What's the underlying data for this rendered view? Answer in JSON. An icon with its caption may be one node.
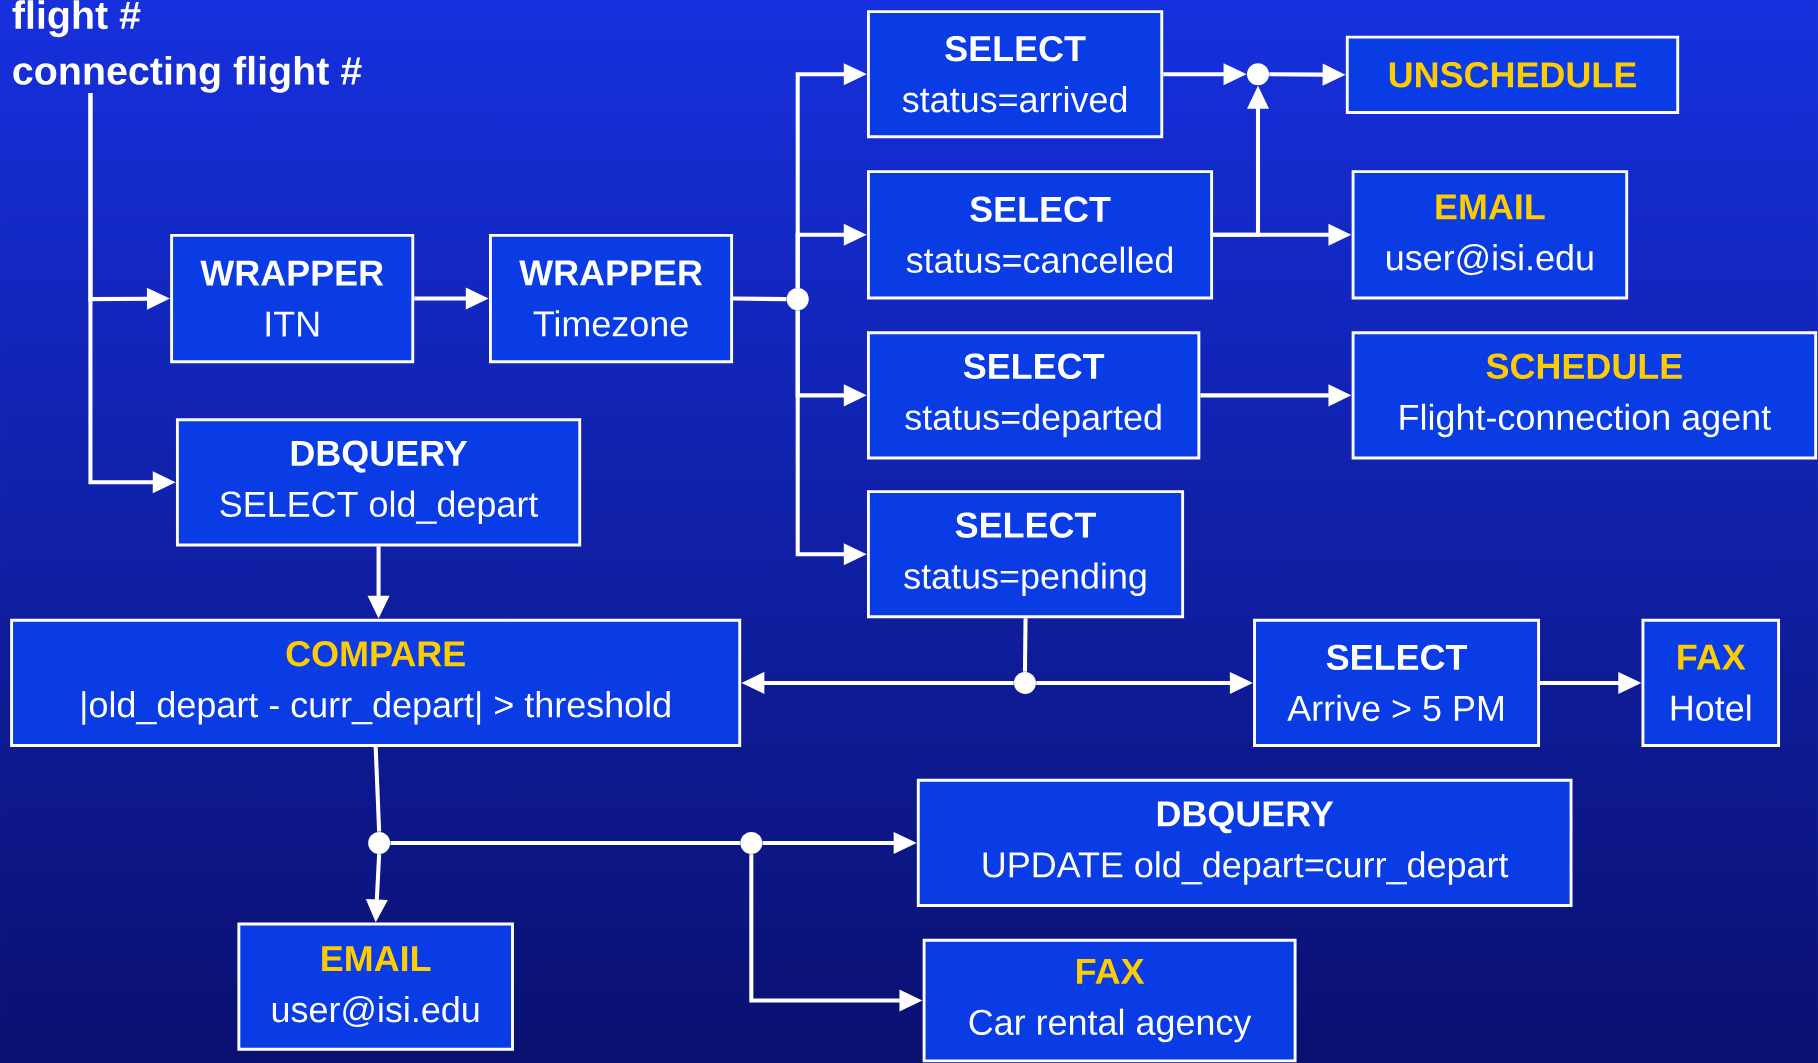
{
  "diagram": {
    "nodes": [
      {
        "text": [
          "flight #",
          "connecting flight #"
        ]
      },
      {
        "text": [
          "WRAPPER",
          "ITN"
        ]
      },
      {
        "text": [
          "WRAPPER",
          "Timezone"
        ]
      },
      {
        "text": [],
        "shape": "circle"
      },
      {
        "text": [
          "SELECT",
          "status=arrived"
        ]
      },
      {
        "text": [
          "SELECT",
          "status=cancelled"
        ]
      },
      {
        "text": [
          "SELECT",
          "status=departed"
        ]
      },
      {
        "text": [
          "SELECT",
          "status=pending"
        ]
      },
      {
        "text": [],
        "shape": "circle"
      },
      {
        "text": [
          "UNSCHEDULE"
        ]
      },
      {
        "text": [
          "EMAIL",
          "user@isi.edu"
        ]
      },
      {
        "text": [
          "SCHEDULE",
          "Flight-connection agent"
        ]
      },
      {
        "text": [
          "DBQUERY",
          "SELECT old_depart"
        ]
      },
      {
        "text": [],
        "shape": "circle"
      },
      {
        "text": [
          "COMPARE",
          "|old_depart - curr_depart| > threshold"
        ]
      },
      {
        "text": [
          "SELECT",
          "Arrive > 5 PM"
        ]
      },
      {
        "text": [
          "FAX",
          "Hotel"
        ]
      },
      {
        "text": [],
        "shape": "circle"
      },
      {
        "text": [],
        "shape": "circle"
      },
      {
        "text": [
          "EMAIL",
          "user@isi.edu"
        ]
      },
      {
        "text": [
          "DBQUERY",
          "UPDATE old_depart=curr_depart"
        ]
      },
      {
        "text": [
          "FAX",
          "Car rental agency"
        ]
      }
    ],
    "edges": [
      {
        "from": 0,
        "to": 1,
        "arrow": "to"
      },
      {
        "from": 0,
        "to": 12,
        "arrow": "to"
      },
      {
        "from": 1,
        "to": 2,
        "arrow": "to"
      },
      {
        "from": 2,
        "to": 3,
        "arrow": "none"
      },
      {
        "from": 3,
        "to": 4,
        "arrow": "to"
      },
      {
        "from": 3,
        "to": 5,
        "arrow": "to"
      },
      {
        "from": 3,
        "to": 6,
        "arrow": "to"
      },
      {
        "from": 3,
        "to": 7,
        "arrow": "to"
      },
      {
        "from": 4,
        "to": 8,
        "arrow": "to"
      },
      {
        "from": 5,
        "to": 8,
        "arrow": "to"
      },
      {
        "from": 8,
        "to": 9,
        "arrow": "to"
      },
      {
        "from": 5,
        "to": 10,
        "arrow": "to"
      },
      {
        "from": 6,
        "to": 11,
        "arrow": "to"
      },
      {
        "from": 12,
        "to": 14,
        "arrow": "to"
      },
      {
        "from": 7,
        "to": 13,
        "arrow": "none"
      },
      {
        "from": 13,
        "to": 14,
        "arrow": "to"
      },
      {
        "from": 13,
        "to": 15,
        "arrow": "to"
      },
      {
        "from": 15,
        "to": 16,
        "arrow": "to"
      },
      {
        "from": 14,
        "to": 17,
        "arrow": "none"
      },
      {
        "from": 17,
        "to": 19,
        "arrow": "to"
      },
      {
        "from": 17,
        "to": 18,
        "arrow": "none"
      },
      {
        "from": 18,
        "to": 20,
        "arrow": "to"
      },
      {
        "from": 18,
        "to": 21,
        "arrow": "to"
      }
    ]
  }
}
